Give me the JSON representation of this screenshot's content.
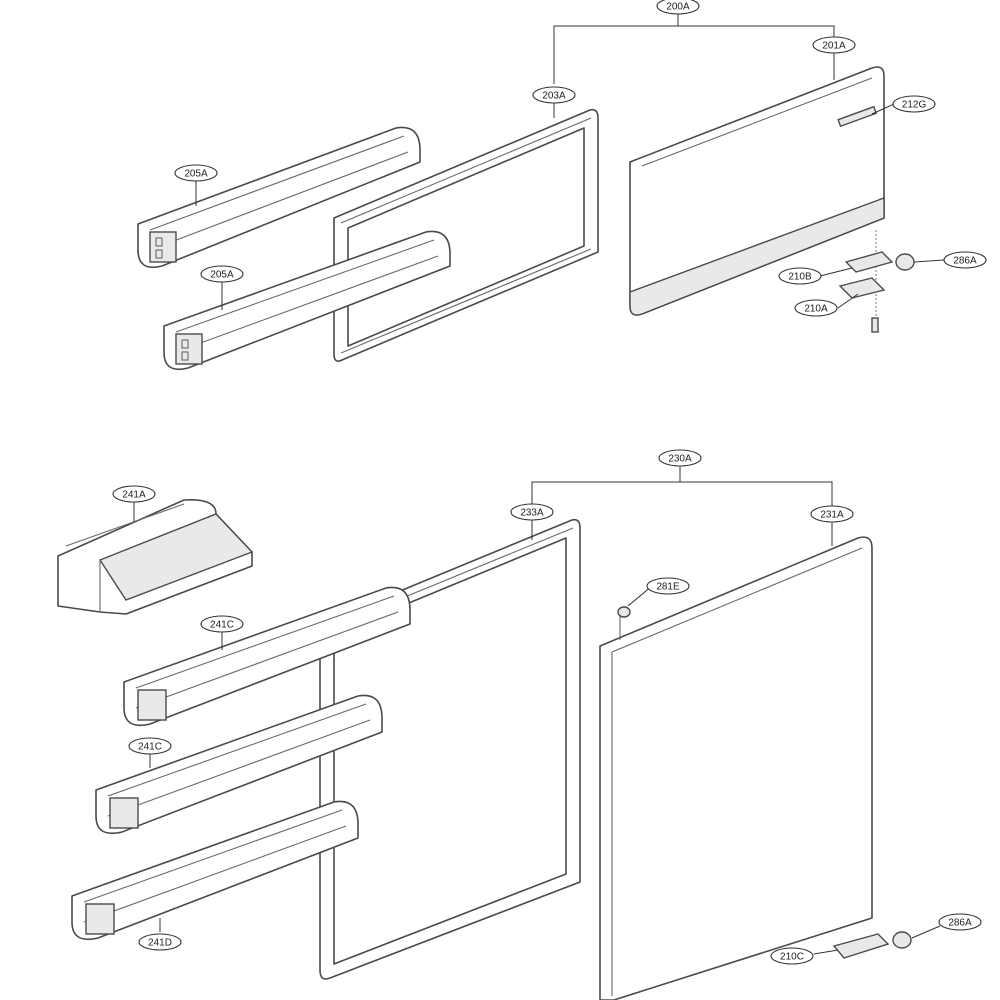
{
  "labels": {
    "c200A": "200A",
    "c201A": "201A",
    "c203A": "203A",
    "c205A_top": "205A",
    "c205A_bottom": "205A",
    "c212G": "212G",
    "c210B": "210B",
    "c210A": "210A",
    "c286A_top": "286A",
    "c230A": "230A",
    "c233A": "233A",
    "c231A": "231A",
    "c241A": "241A",
    "c241C_top": "241C",
    "c241C_bottom": "241C",
    "c241D": "241D",
    "c281E": "281E",
    "c210C": "210C",
    "c286A_bottom": "286A"
  },
  "colors": {
    "outline": "#4a4a4a",
    "background": "#ffffff"
  }
}
